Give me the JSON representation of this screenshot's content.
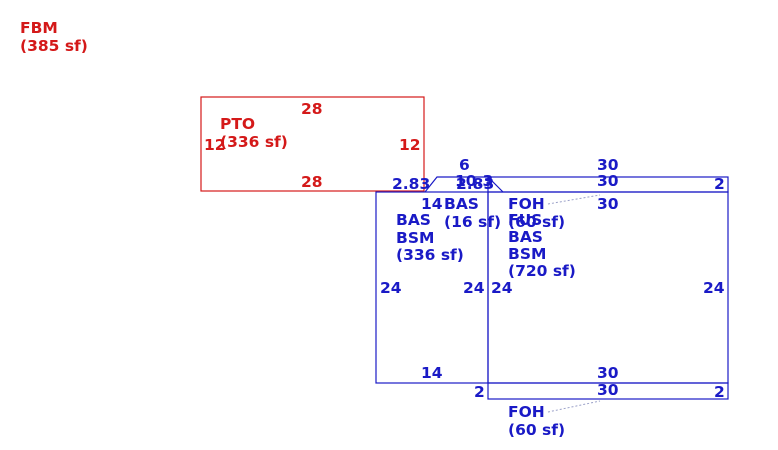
{
  "colors": {
    "red": "#d41919",
    "blue": "#1a1ac6",
    "leader": "#9aa0c8"
  },
  "labels": {
    "fbm_name": "FBM",
    "fbm_area": "(385 sf)",
    "pto_name": "PTO",
    "pto_area": "(336 sf)",
    "pto_top": "28",
    "pto_bottom": "28",
    "pto_left": "12",
    "pto_right": "12",
    "bas_small_name": "BAS",
    "bas_small_area": "(16 sf)",
    "bas_small_top": "6",
    "bas_small_sub_a": "10.3",
    "bas_small_sub_b": "2.83",
    "left_bas": "BAS",
    "left_bsm": "BSM",
    "left_area": "(336 sf)",
    "left_top_dim": "2.83",
    "left_mid_dim": "2.83",
    "left_14_top": "14",
    "left_24_a": "24",
    "left_24_b": "24",
    "left_14_bottom": "14",
    "right_30_top": "30",
    "right_30_mid": "30",
    "right_30_inner": "30",
    "right_2_top": "2",
    "right_24_left": "24",
    "right_24_right": "24",
    "right_30_lower": "30",
    "right_30_bottom": "30",
    "right_2_left": "2",
    "right_2_right": "2",
    "foh_top_name": "FOH",
    "foh_top_area": "(60 sf)",
    "foh_bottom_name": "FOH",
    "foh_bottom_area": "(60 sf)",
    "main_fus": "FUS",
    "main_bas": "BAS",
    "main_bsm": "BSM",
    "main_area": "(720 sf)"
  }
}
